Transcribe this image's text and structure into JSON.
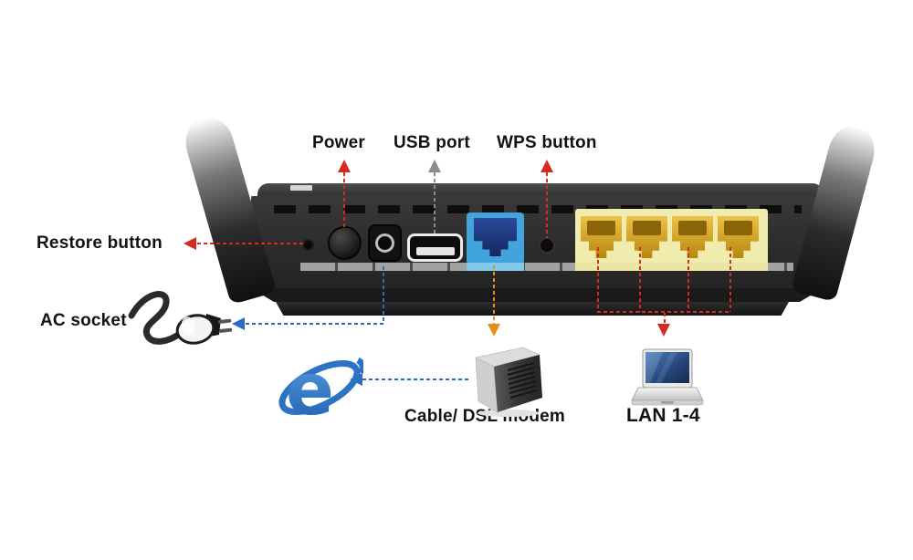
{
  "diagram": {
    "callouts": {
      "power": "Power",
      "usb_port": "USB port",
      "wps_button": "WPS button",
      "restore_button": "Restore button",
      "ac_socket": "AC socket",
      "cable_dsl_modem": "Cable/ DSL modem",
      "lan_1_4": "LAN 1-4"
    },
    "ports": [
      {
        "name": "restore-pinhole"
      },
      {
        "name": "power-button"
      },
      {
        "name": "dc-power-jack"
      },
      {
        "name": "usb-port"
      },
      {
        "name": "wan-port",
        "color": "#42a4dc"
      },
      {
        "name": "wps-button"
      },
      {
        "name": "lan-port-1",
        "color": "#d8a92c"
      },
      {
        "name": "lan-port-2",
        "color": "#d8a92c"
      },
      {
        "name": "lan-port-3",
        "color": "#d8a92c"
      },
      {
        "name": "lan-port-4",
        "color": "#d8a92c"
      }
    ],
    "icons": [
      "internet-explorer-icon",
      "power-plug-icon",
      "modem-icon",
      "laptop-icon"
    ],
    "colors": {
      "arrow_red": "#d62b20",
      "arrow_blue": "#2e6bbf",
      "arrow_orange": "#e39114",
      "arrow_gray": "#8c8c8c",
      "wan_blue": "#42a4dc",
      "lan_yellow": "#f0ecae",
      "router_body": "#2e2e2e",
      "label_text": "#121212"
    }
  }
}
